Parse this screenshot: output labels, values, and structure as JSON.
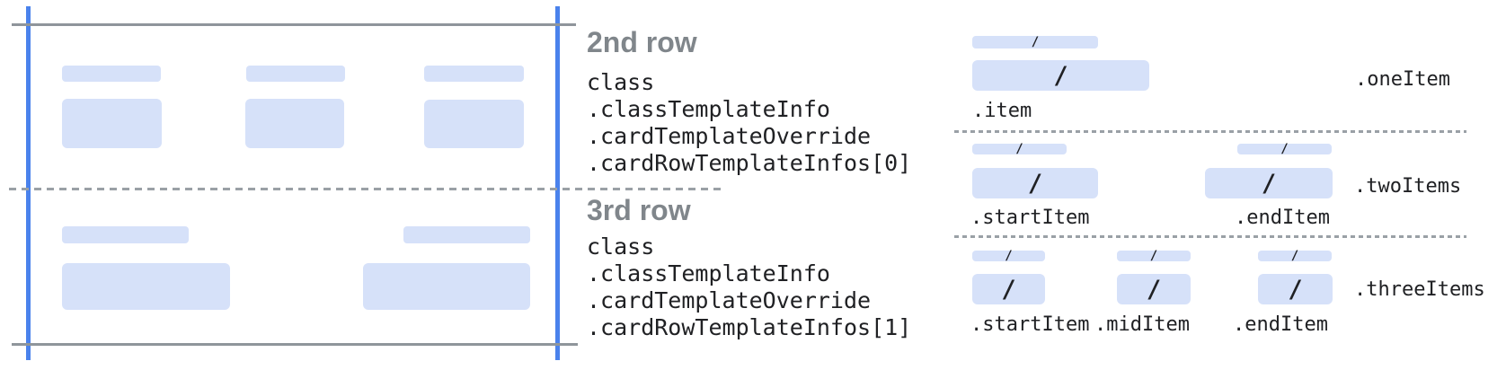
{
  "glyph": {
    "slash": "/"
  },
  "middle": {
    "rows": [
      {
        "heading": "2nd row",
        "code_lines": [
          "class",
          ".classTemplateInfo",
          ".cardTemplateOverride",
          ".cardRowTemplateInfos[0]"
        ]
      },
      {
        "heading": "3rd row",
        "code_lines": [
          "class",
          ".classTemplateInfo",
          ".cardTemplateOverride",
          ".cardRowTemplateInfos[1]"
        ]
      }
    ]
  },
  "right": {
    "sections": [
      {
        "name": ".oneItem",
        "items": [
          ".item"
        ]
      },
      {
        "name": ".twoItems",
        "items": [
          ".startItem",
          ".endItem"
        ]
      },
      {
        "name": ".threeItems",
        "items": [
          ".startItem",
          ".midItem",
          ".endItem"
        ]
      }
    ]
  },
  "colors": {
    "accent_blue": "#4a82ec",
    "placeholder_blue": "#d6e1f9",
    "line_gray": "#9aa0a6",
    "heading_gray": "#80868b",
    "code_text": "#202124"
  }
}
